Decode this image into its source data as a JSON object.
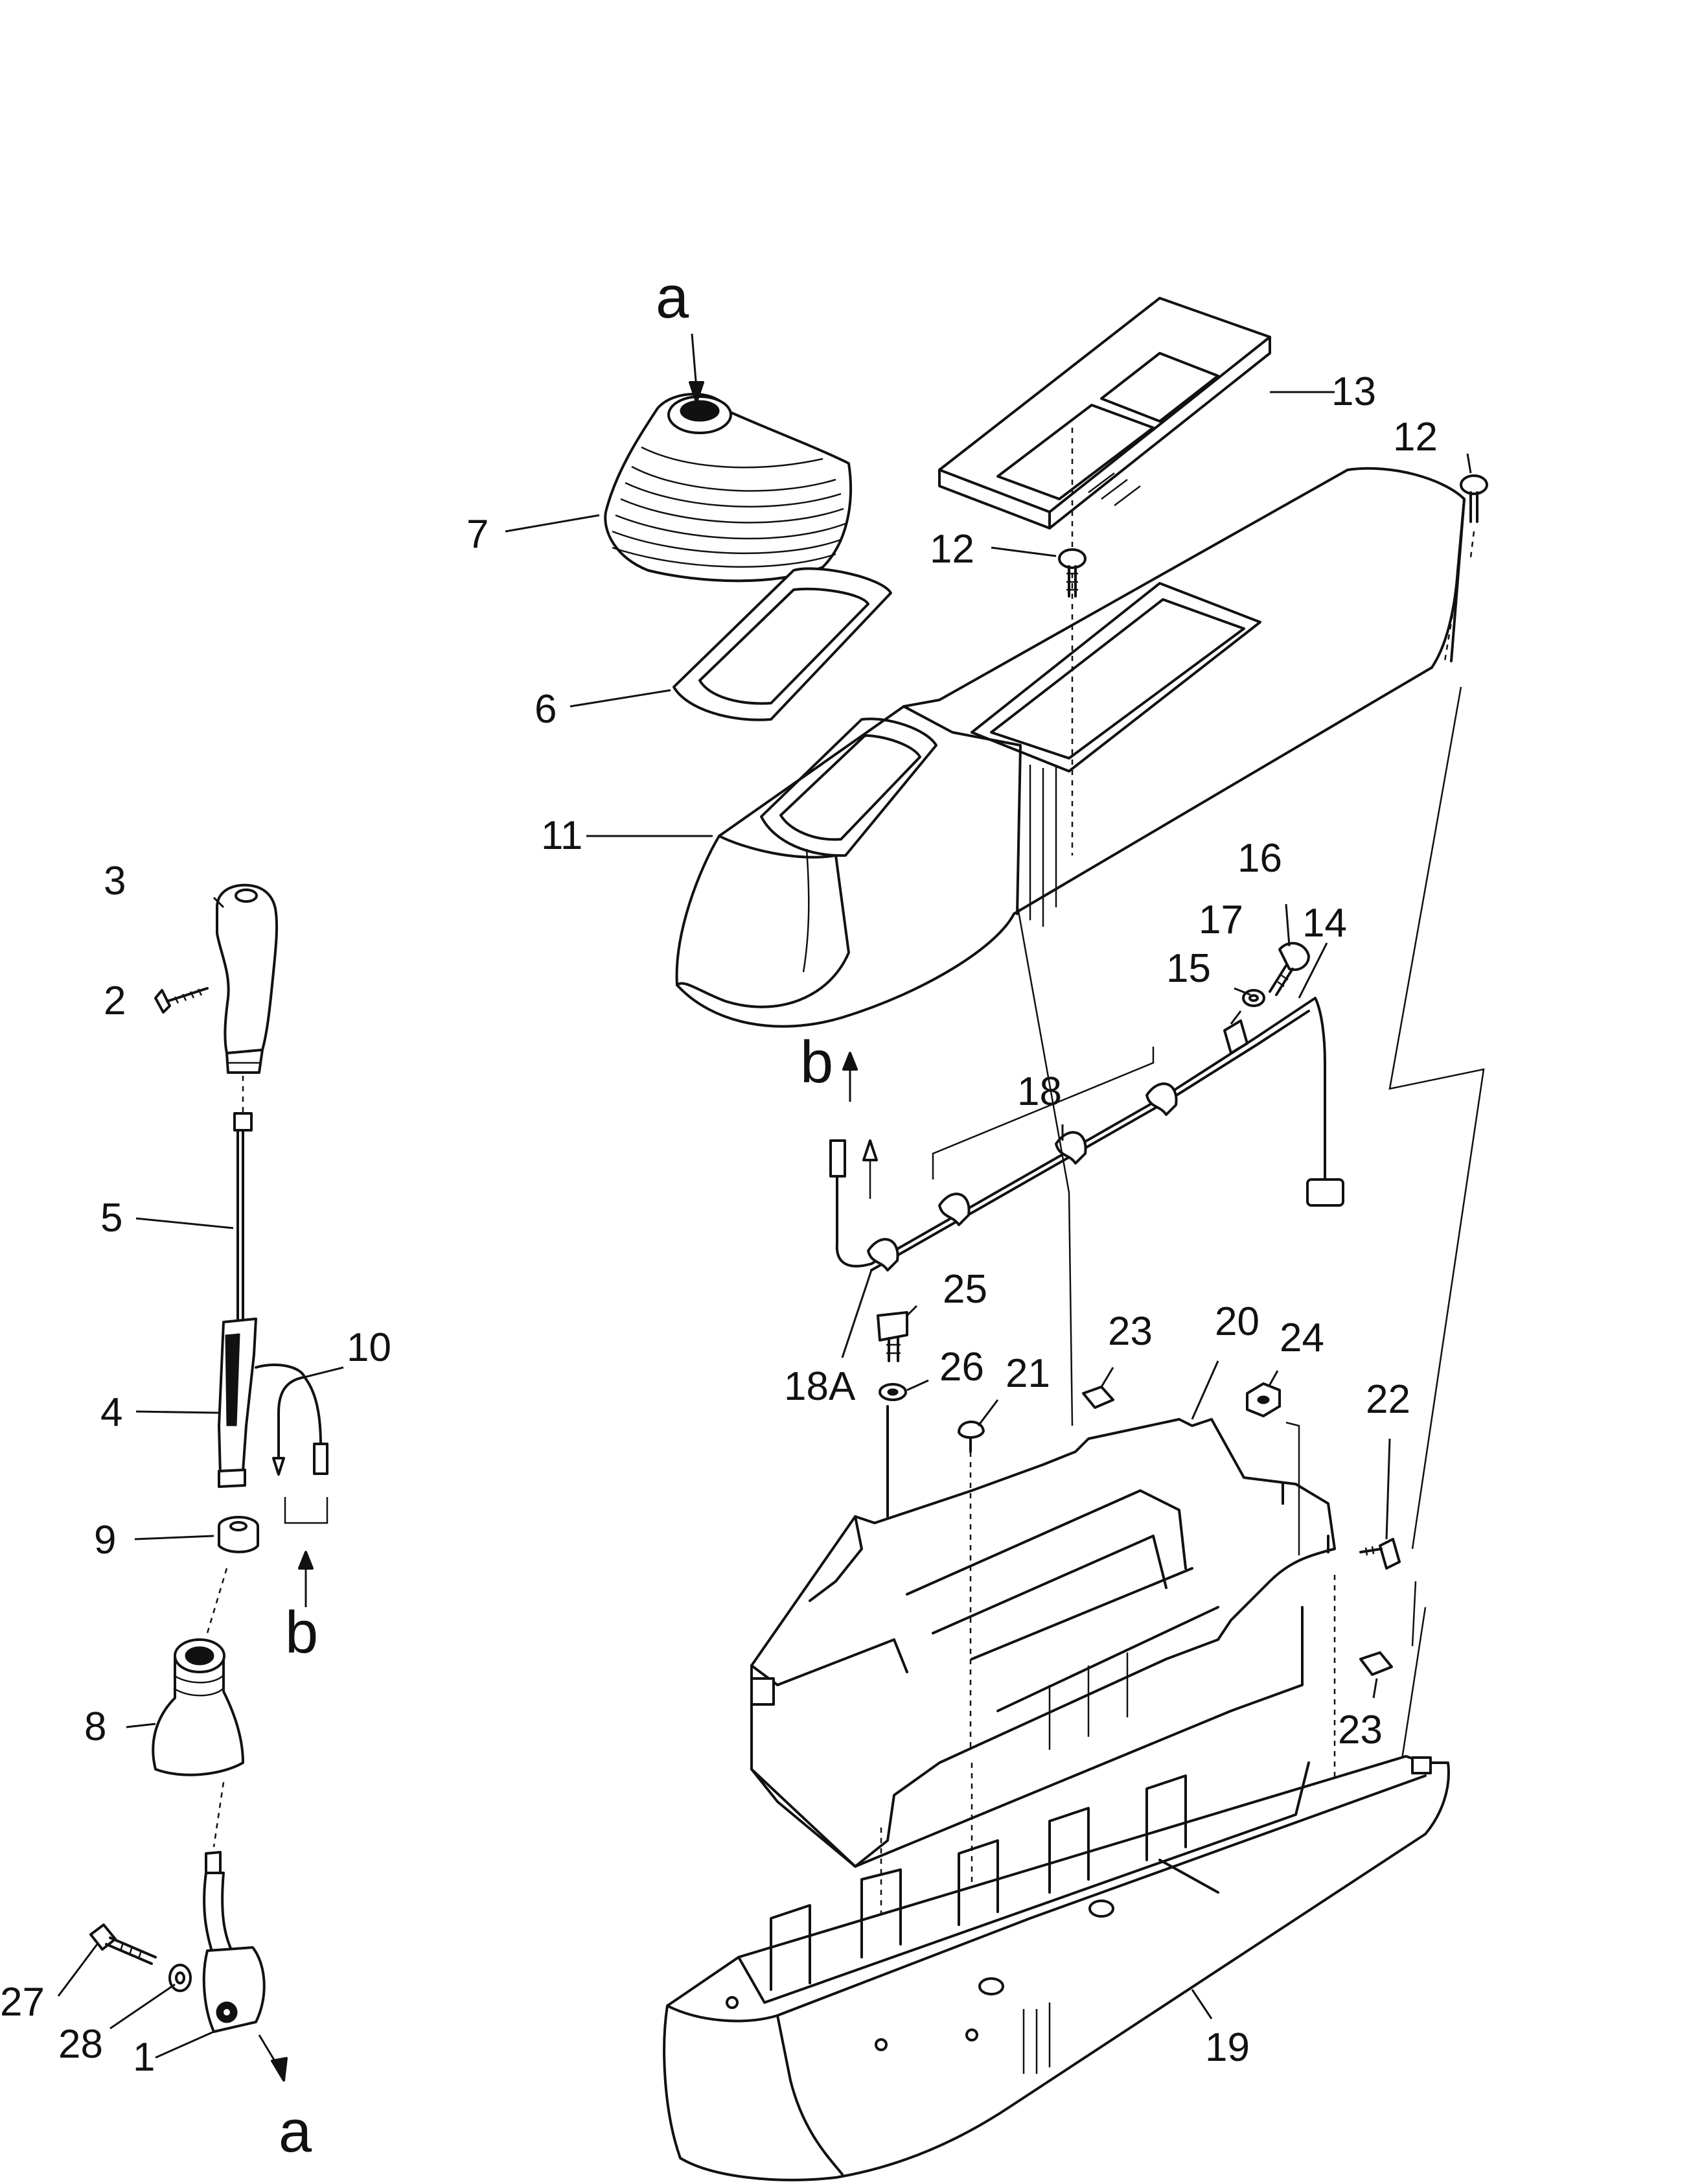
{
  "callouts": {
    "a_top": "a",
    "a_bottom": "a",
    "b_left": "b",
    "b_right": "b",
    "p1": "1",
    "p2": "2",
    "p3": "3",
    "p4": "4",
    "p5": "5",
    "p6": "6",
    "p7": "7",
    "p8": "8",
    "p9": "9",
    "p10": "10",
    "p11": "11",
    "p12a": "12",
    "p12b": "12",
    "p13": "13",
    "p14": "14",
    "p15": "15",
    "p16": "16",
    "p17": "17",
    "p18": "18",
    "p18A": "18A",
    "p19": "19",
    "p20": "20",
    "p21": "21",
    "p22": "22",
    "p23a": "23",
    "p23b": "23",
    "p24": "24",
    "p25": "25",
    "p26": "26",
    "p27": "27",
    "p28": "28"
  }
}
